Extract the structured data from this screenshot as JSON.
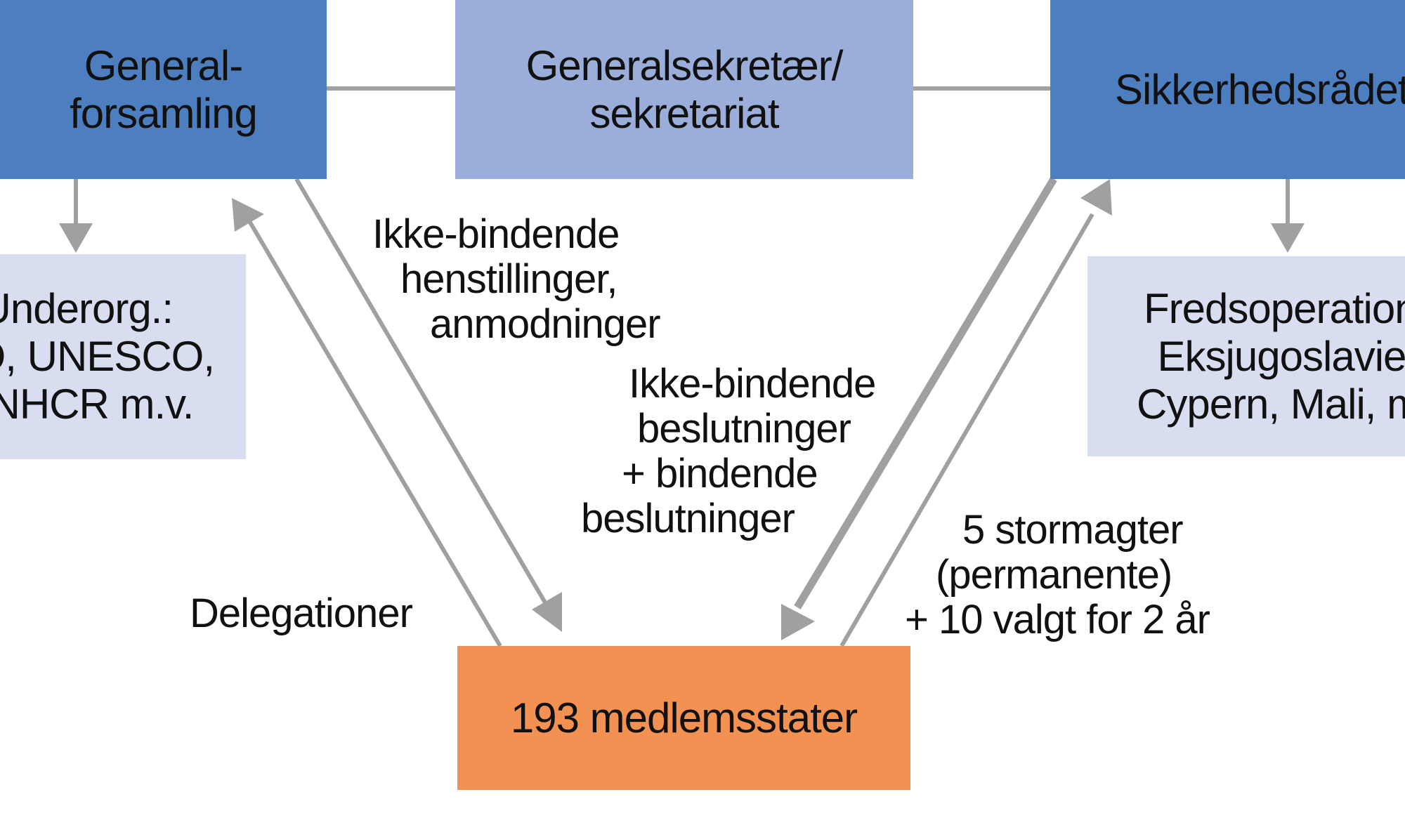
{
  "boxes": {
    "general_assembly": {
      "line1": "General-",
      "line2": "forsamling",
      "color": "#4d7fc0"
    },
    "secretariat": {
      "line1": "Generalsekretær/",
      "line2": "sekretariat",
      "color": "#9aaed9"
    },
    "security_council": {
      "line1": "Sikkerhedsrådet",
      "color": "#4d7fc0"
    },
    "sub_orgs": {
      "line1": "Underorg.:",
      "line2": "ILO, UNESCO,",
      "line3": "UNHCR m.v.",
      "color": "#d9ddf0"
    },
    "peace_ops": {
      "line1": "Fredsoperationer",
      "line2": "Eksjugoslavien,",
      "line3": "Cypern, Mali, m.v.",
      "color": "#d9ddf0"
    },
    "member_states": {
      "line1": "193 medlemsstater",
      "color": "#f29151"
    }
  },
  "labels": {
    "ga_recommendations": {
      "line1": "Ikke-bindende",
      "line2": "henstillinger,",
      "line3": "anmodninger"
    },
    "sc_decisions": {
      "line1": "Ikke-bindende",
      "line2": "beslutninger",
      "line3": "+ bindende",
      "line4": "beslutninger"
    },
    "delegations": {
      "line1": "Delegationer"
    },
    "sc_composition": {
      "line1": "5 stormagter",
      "line2": "(permanente)",
      "line3": "+ 10 valgt for 2 år"
    }
  },
  "arrow_color": "#a0a0a0"
}
